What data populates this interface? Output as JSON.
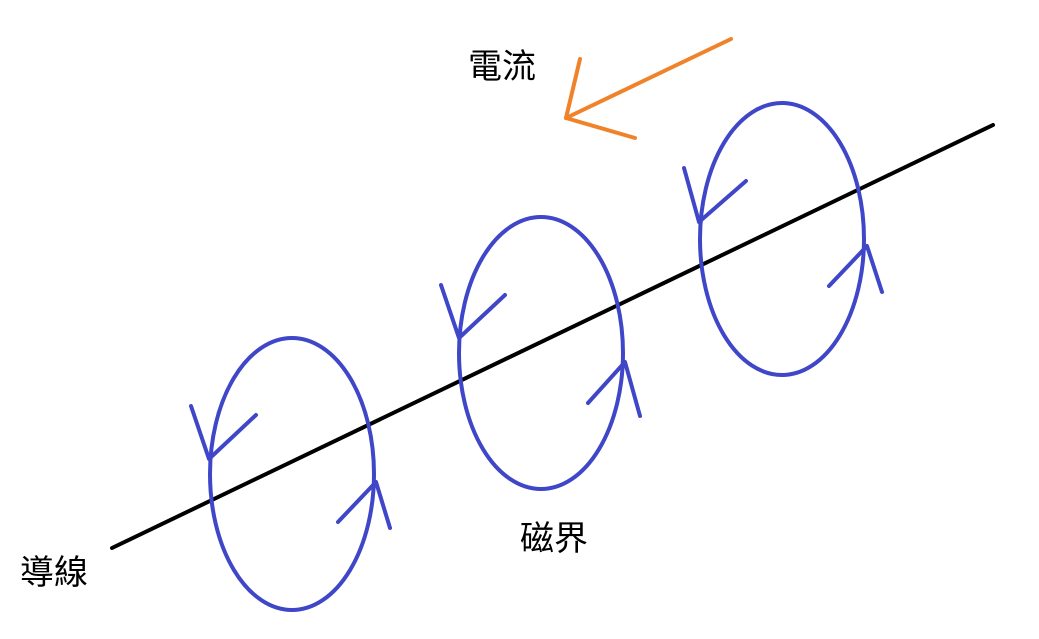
{
  "labels": {
    "current": "電流",
    "magnetic_field": "磁界",
    "wire": "導線"
  },
  "colors": {
    "wire": "#000000",
    "field_loops": "#3f46c8",
    "current_arrow": "#f0832a",
    "background": "#ffffff"
  },
  "icons": {
    "current_direction": "arrow-left-icon",
    "field_direction": "chevron-arrow-icon"
  }
}
